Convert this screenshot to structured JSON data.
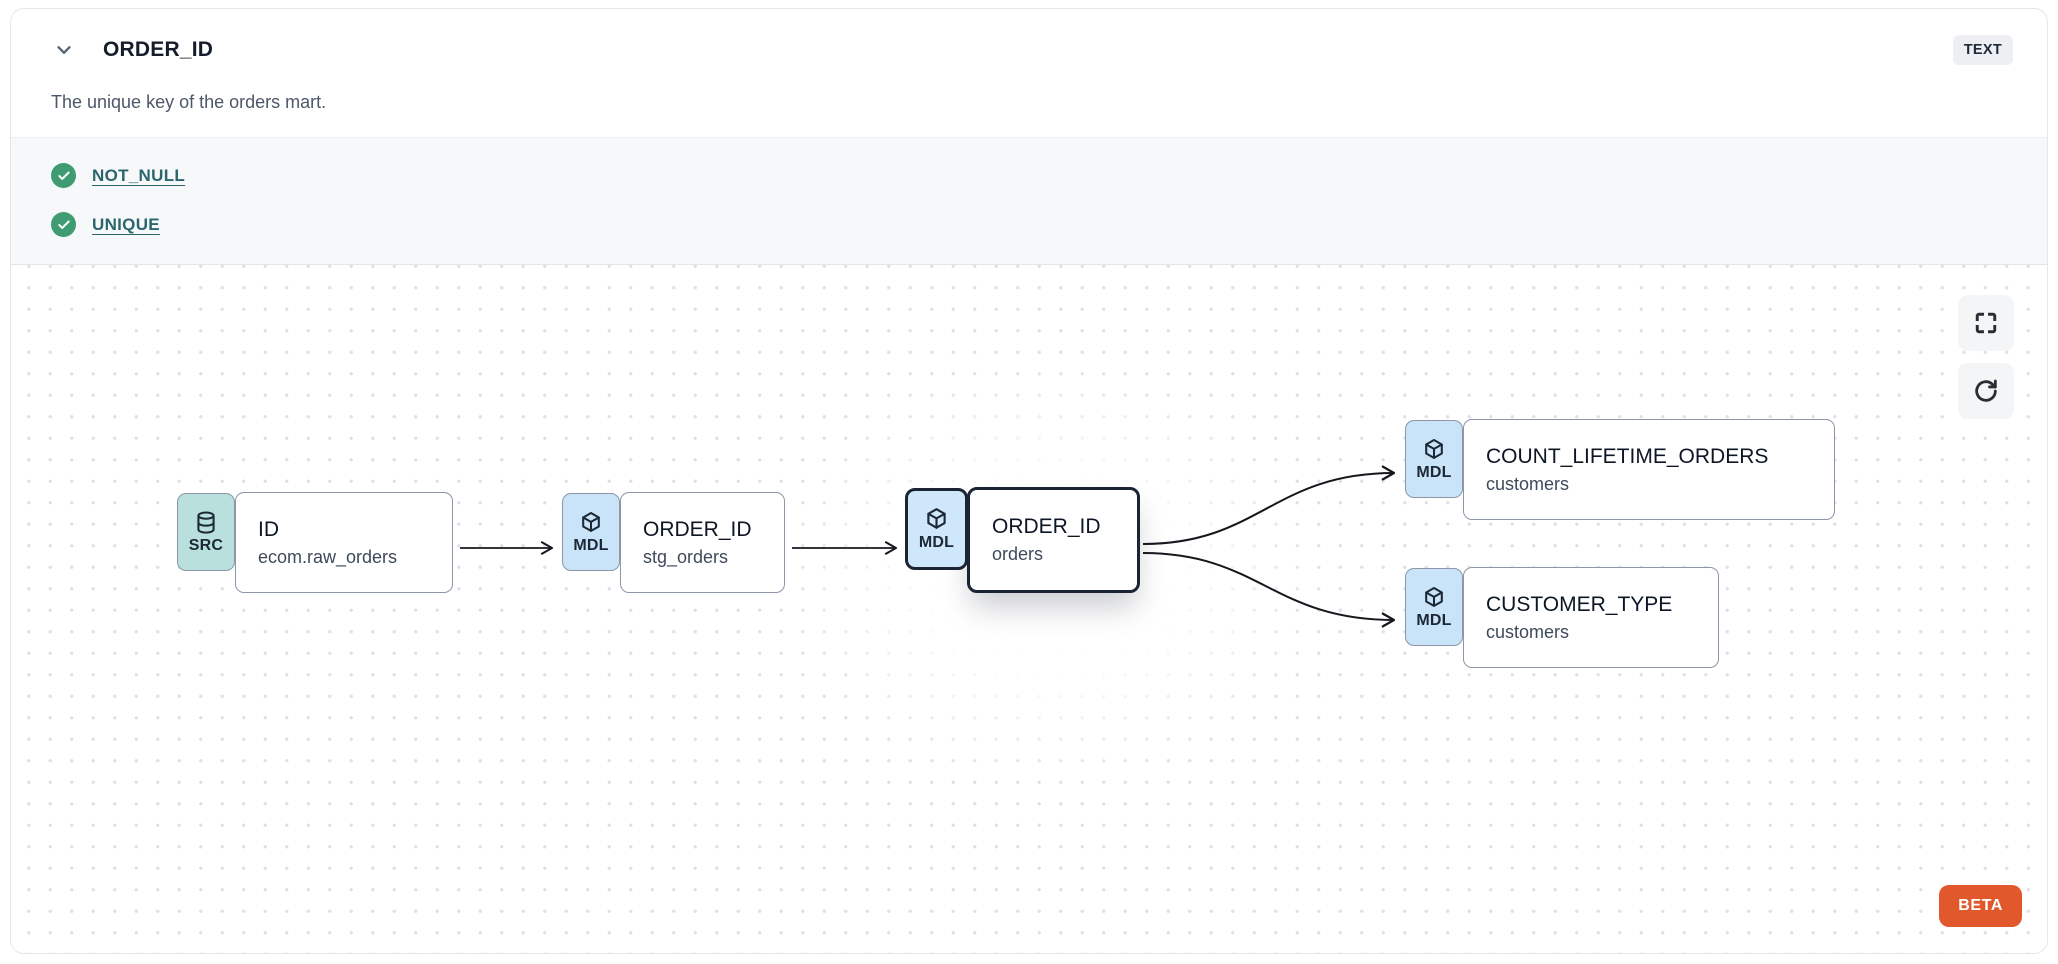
{
  "panel": {
    "title": "ORDER_ID",
    "type_badge": "TEXT",
    "description": "The unique key of the orders mart."
  },
  "tests": [
    {
      "name": "NOT_NULL",
      "status": "pass"
    },
    {
      "name": "UNIQUE",
      "status": "pass"
    }
  ],
  "lineage": {
    "nodes": [
      {
        "kind": "SRC",
        "icon": "database-icon",
        "title": "ID",
        "subtitle": "ecom.raw_orders",
        "selected": false
      },
      {
        "kind": "MDL",
        "icon": "cube-icon",
        "title": "ORDER_ID",
        "subtitle": "stg_orders",
        "selected": false
      },
      {
        "kind": "MDL",
        "icon": "cube-icon",
        "title": "ORDER_ID",
        "subtitle": "orders",
        "selected": true
      },
      {
        "kind": "MDL",
        "icon": "cube-icon",
        "title": "COUNT_LIFETIME_ORDERS",
        "subtitle": "customers",
        "selected": false
      },
      {
        "kind": "MDL",
        "icon": "cube-icon",
        "title": "CUSTOMER_TYPE",
        "subtitle": "customers",
        "selected": false
      }
    ],
    "edges": [
      {
        "from": 0,
        "to": 1
      },
      {
        "from": 1,
        "to": 2
      },
      {
        "from": 2,
        "to": 3
      },
      {
        "from": 2,
        "to": 4
      }
    ]
  },
  "controls": {
    "fullscreen": "fullscreen",
    "refresh": "refresh"
  },
  "beta_label": "BETA",
  "colors": {
    "accent_orange": "#e2582d",
    "pass_green": "#3f9b72",
    "link_teal": "#2a666c",
    "src_badge": "#b9e0dc",
    "mdl_badge": "#c9e4f9",
    "selected_border": "#1b2433",
    "node_border": "#8d96a8",
    "tests_bg": "#f7f8fa"
  }
}
